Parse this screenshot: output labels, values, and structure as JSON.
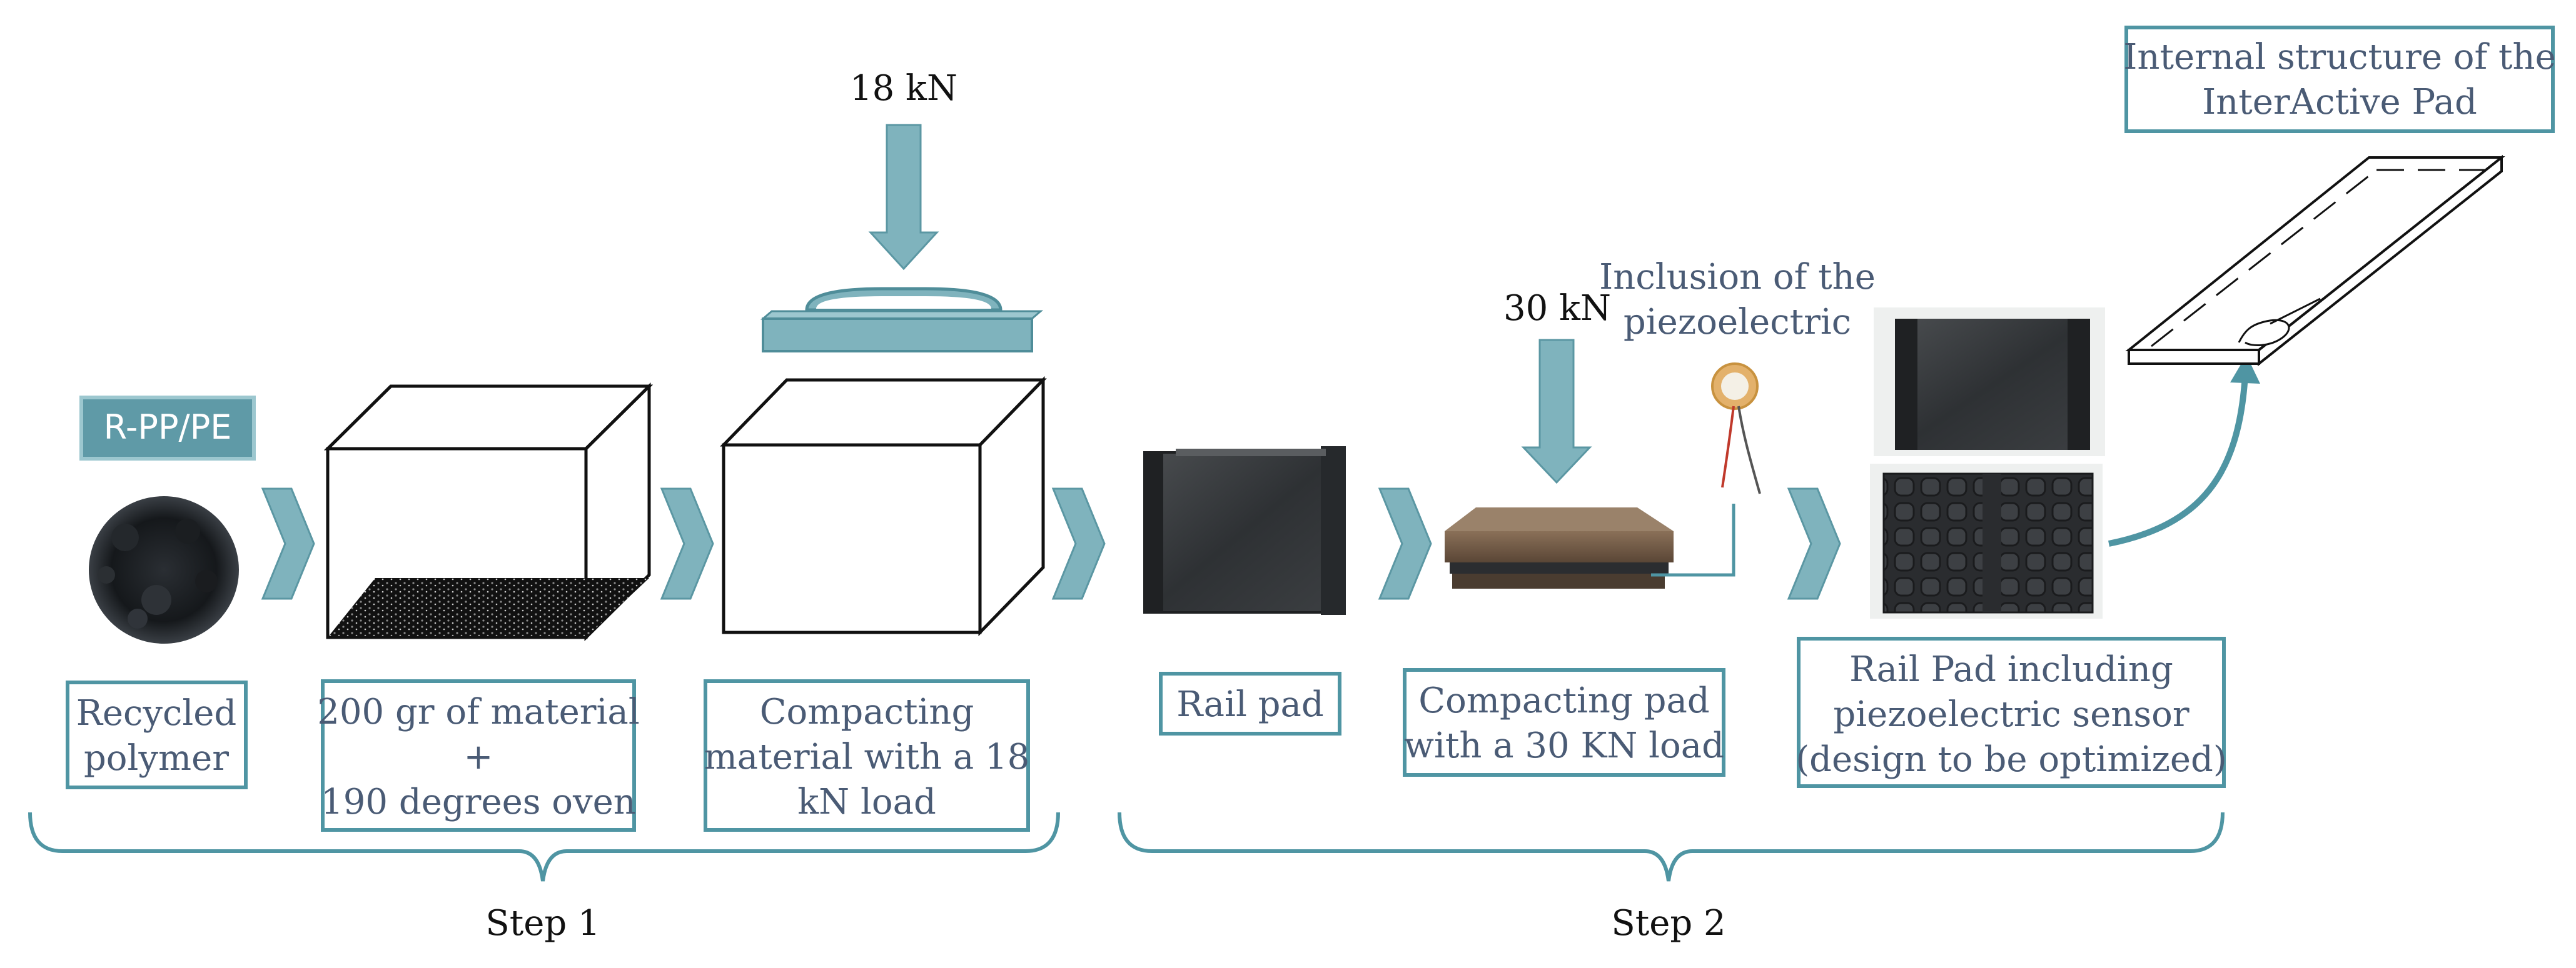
{
  "colors": {
    "teal": "#7fb3bd",
    "teal_dark": "#4f8d99",
    "box_border": "#4f95a3",
    "label_text": "#4a5b75",
    "badge_bg": "#5f9aa7"
  },
  "badge": {
    "text": "R-PP/PE"
  },
  "loads": {
    "press1": "18 kN",
    "press2": "30 kN"
  },
  "annotations": {
    "piezo_inclusion": [
      "Inclusion of the",
      "piezoelectric"
    ]
  },
  "labels": {
    "recycled": [
      "Recycled",
      "polymer"
    ],
    "material": [
      "200 gr of material",
      "+",
      "190 degrees oven"
    ],
    "compacting1": [
      "Compacting",
      "material with a 18",
      "kN load"
    ],
    "railpad": [
      "Rail pad"
    ],
    "compacting2": [
      "Compacting pad",
      "with a 30 KN load"
    ],
    "railpad_sensor": [
      "Rail Pad including",
      "piezoelectric sensor",
      "(design to be optimized)"
    ],
    "internal": [
      "Internal structure of the",
      "InterActive Pad"
    ]
  },
  "steps": {
    "step1": "Step 1",
    "step2": "Step 2"
  },
  "icons": [
    "chevron-right-icon",
    "down-arrow-icon",
    "curved-arrow-icon"
  ]
}
